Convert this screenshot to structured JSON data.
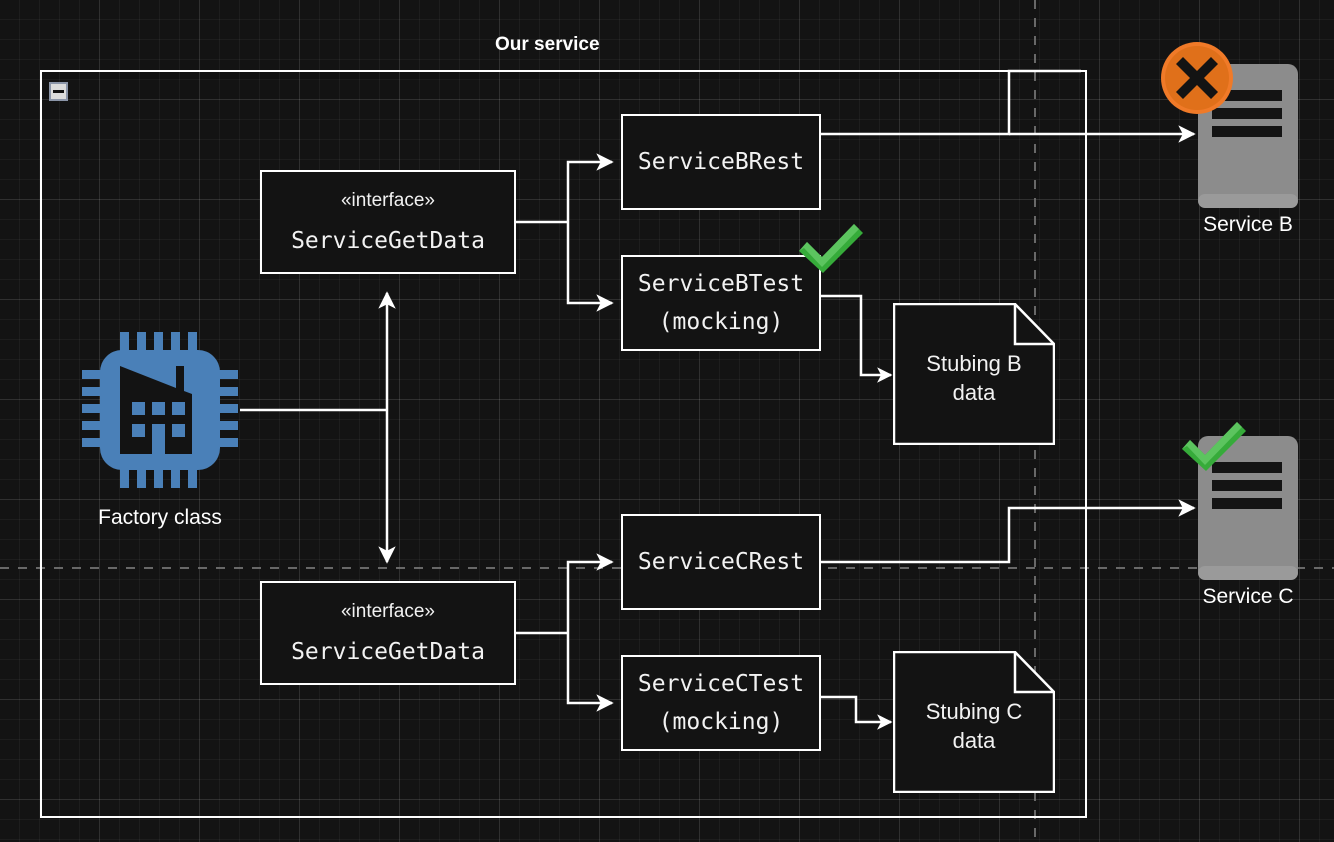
{
  "diagram": {
    "title": "Our service",
    "background": "#131313",
    "accent_blue": "#4a80b8",
    "accent_green": "#4caf50",
    "accent_orange": "#e8701a",
    "server_gray": "#8c8c8c",
    "line_color": "#ffffff"
  },
  "container": {
    "label": "Our service",
    "collapse_icon": "minus-icon"
  },
  "factory": {
    "label": "Factory class",
    "icon": "chip-factory-icon"
  },
  "interfaces": [
    {
      "stereotype": "«interface»",
      "name": "ServiceGetData"
    },
    {
      "stereotype": "«interface»",
      "name": "ServiceGetData"
    }
  ],
  "classes": [
    {
      "line1": "ServiceBRest",
      "line2": ""
    },
    {
      "line1": "ServiceBTest",
      "line2": "(mocking)",
      "badge": "check-icon"
    },
    {
      "line1": "ServiceCRest",
      "line2": ""
    },
    {
      "line1": "ServiceCTest",
      "line2": "(mocking)"
    }
  ],
  "documents": [
    {
      "line1": "Stubing B",
      "line2": "data"
    },
    {
      "line1": "Stubing C",
      "line2": "data"
    }
  ],
  "external_services": [
    {
      "label": "Service B",
      "status": "cross-icon",
      "status_color": "#e8701a"
    },
    {
      "label": "Service C",
      "status": "check-icon",
      "status_color": "#4caf50"
    }
  ]
}
